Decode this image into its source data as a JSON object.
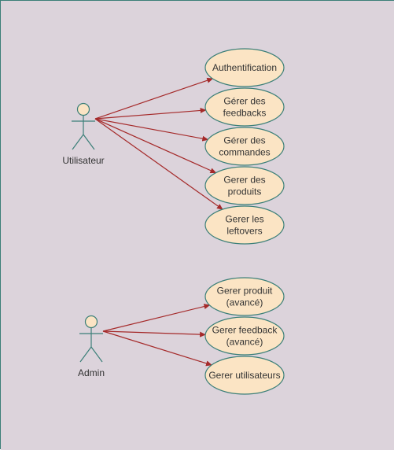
{
  "colors": {
    "background": "#dcd3db",
    "border": "#3b7f78",
    "usecase_fill": "#fbe4c4",
    "usecase_stroke": "#3b7f78",
    "actor_fill": "#fbe4c4",
    "actor_stroke": "#3b7f78",
    "arrow": "#a52a2a"
  },
  "actors": [
    {
      "id": "utilisateur",
      "name": "Utilisateur",
      "use_cases": [
        {
          "id": "authentification",
          "lines": [
            "Authentification"
          ]
        },
        {
          "id": "gerer-feedbacks",
          "lines": [
            "Gérer des",
            "feedbacks"
          ]
        },
        {
          "id": "gerer-commandes",
          "lines": [
            "Gérer des",
            "commandes"
          ]
        },
        {
          "id": "gerer-produits",
          "lines": [
            "Gerer des",
            "produits"
          ]
        },
        {
          "id": "gerer-leftovers",
          "lines": [
            "Gerer les",
            "leftovers"
          ]
        }
      ]
    },
    {
      "id": "admin",
      "name": "Admin",
      "use_cases": [
        {
          "id": "gerer-produit-avance",
          "lines": [
            "Gerer produit",
            "(avancé)"
          ]
        },
        {
          "id": "gerer-feedback-avance",
          "lines": [
            "Gerer feedback",
            "(avancé)"
          ]
        },
        {
          "id": "gerer-utilisateurs",
          "lines": [
            "Gerer utilisateurs"
          ]
        }
      ]
    }
  ]
}
